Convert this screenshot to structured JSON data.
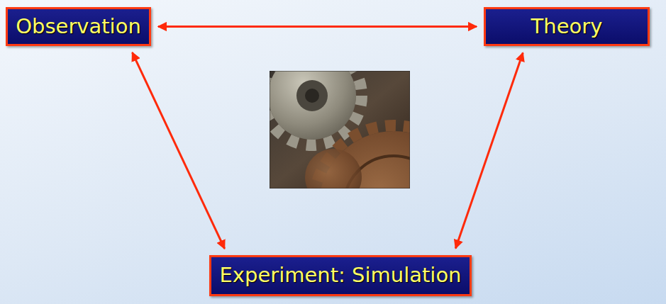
{
  "diagram": {
    "nodes": [
      {
        "text": [
          "Observation"
        ]
      },
      {
        "text": [
          "Theory"
        ]
      },
      {
        "text": [
          "Experiment: Simulation"
        ]
      }
    ],
    "edges": [
      {
        "from": 0,
        "to": 1,
        "arrow": "both"
      },
      {
        "from": 0,
        "to": 2,
        "arrow": "both"
      },
      {
        "from": 1,
        "to": 2,
        "arrow": "both"
      }
    ]
  }
}
